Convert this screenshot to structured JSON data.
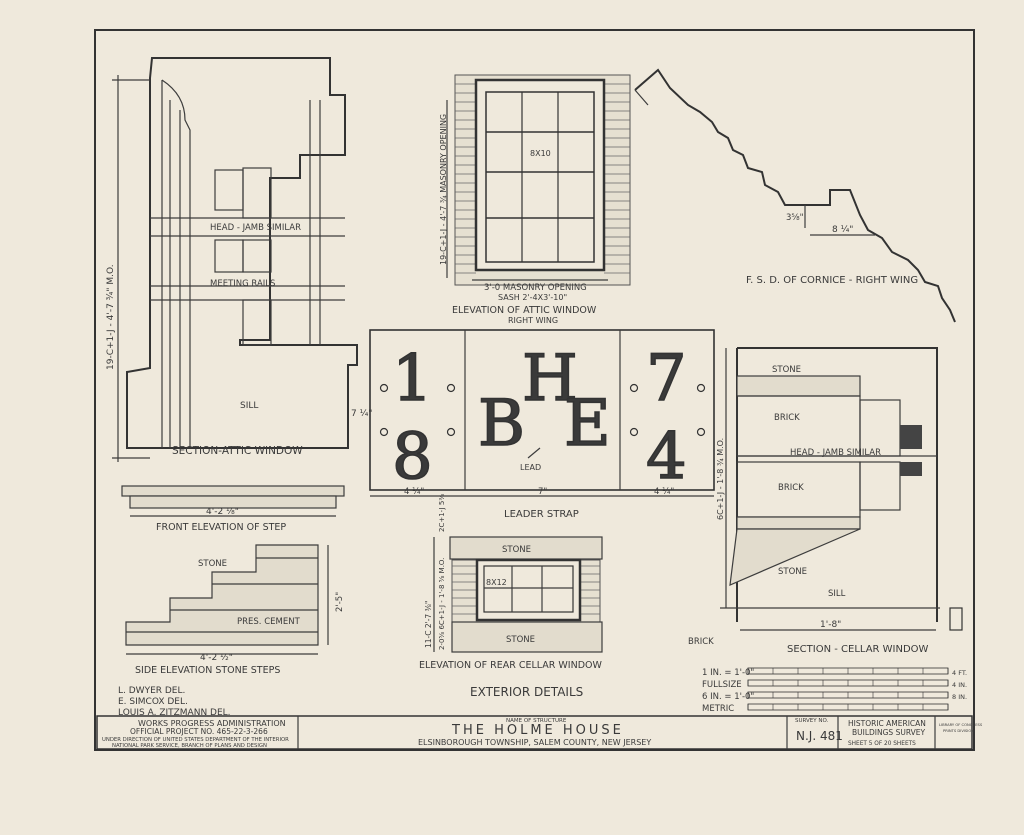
{
  "section_attic": {
    "title": "SECTION-ATTIC WINDOW",
    "head_jamb": "HEAD - JAMB SIMILAR",
    "meeting_rails": "MEETING RAILS",
    "sill": "SILL",
    "vertical_dim": "19-C+1-J - 4'-7 ¾\" M.O."
  },
  "attic_elevation": {
    "title": "ELEVATION OF ATTIC WINDOW",
    "subtitle": "RIGHT WING",
    "glass": "8X10",
    "opening": "3'-0 MASONRY OPENING",
    "sash": "SASH 2'-4X3'-10\"",
    "vertical_dim": "19-C+1-J - 4'-7 ¾ MASONRY OPENING"
  },
  "cornice": {
    "title": "F. S. D. OF CORNICE - RIGHT WING",
    "dim_h": "3⅝\"",
    "dim_w": "8 ¼\""
  },
  "leader_strap": {
    "title": "LEADER STRAP",
    "d1": "1",
    "d8": "8",
    "h": "H",
    "b": "B",
    "e": "E",
    "d7": "7",
    "d4": "4",
    "lead": "LEAD",
    "height_dim": "7 ¼\"",
    "dim_left": "4 ¼\"",
    "dim_mid": "7\"",
    "dim_right": "4 ¼\""
  },
  "front_step": {
    "title": "FRONT ELEVATION OF STEP",
    "dim": "4'-2 ⅛\""
  },
  "side_steps": {
    "title": "SIDE ELEVATION STONE STEPS",
    "stone": "STONE",
    "cement": "PRES. CEMENT",
    "dim_w": "4'-2 ½\"",
    "dim_h": "2'-5\""
  },
  "rear_cellar": {
    "title": "ELEVATION OF REAR CELLAR WINDOW",
    "stone_top": "STONE",
    "stone_bottom": "STONE",
    "glass": "8X12",
    "dim_outer": "11-C 2'-7 ⅜\"",
    "dim_inner": "2-0⅝ 6C+1-J - 1'-8 ⅝ M.O.",
    "dim_top": "2C+1-J 5⅜"
  },
  "cellar_section": {
    "title": "SECTION - CELLAR WINDOW",
    "stone_top": "STONE",
    "brick1": "BRICK",
    "head_jamb": "HEAD - JAMB SIMILAR",
    "brick2": "BRICK",
    "stone_low": "STONE",
    "sill": "SILL",
    "brick_label": "BRICK",
    "dim": "1'-8\"",
    "vertical_dim": "6C+1-J - 1'-8 ¾ M.O."
  },
  "exterior_details": "EXTERIOR DETAILS",
  "credits": [
    "L. DWYER  DEL.",
    "E. SIMCOX  DEL.",
    "LOUIS A. ZITZMANN  DEL."
  ],
  "scales": {
    "s1": "1 IN. = 1'-0\"",
    "s2": "FULLSIZE",
    "s3": "6 IN. = 1'-0\"",
    "s4": "METRIC",
    "u1": "4 FT.",
    "u2": "4 IN.",
    "u3": "8 IN."
  },
  "title_block": {
    "wpa1": "WORKS PROGRESS ADMINISTRATION",
    "wpa2": "OFFICIAL PROJECT NO. 465-22-3-266",
    "wpa3": "UNDER DIRECTION OF UNITED STATES DEPARTMENT OF THE INTERIOR",
    "wpa4": "NATIONAL PARK SERVICE, BRANCH OF PLANS AND DESIGN",
    "name_label": "NAME OF STRUCTURE",
    "structure": "THE HOLME HOUSE",
    "location": "ELSINBOROUGH TOWNSHIP, SALEM COUNTY, NEW JERSEY",
    "survey_label": "SURVEY NO.",
    "survey_no": "N.J. 481",
    "habs1": "HISTORIC AMERICAN",
    "habs2": "BUILDINGS SURVEY",
    "sheet": "SHEET 5 OF 20 SHEETS",
    "loc1": "LIBRARY OF CONGRESS",
    "loc2": "PRINTS DIVISION"
  }
}
